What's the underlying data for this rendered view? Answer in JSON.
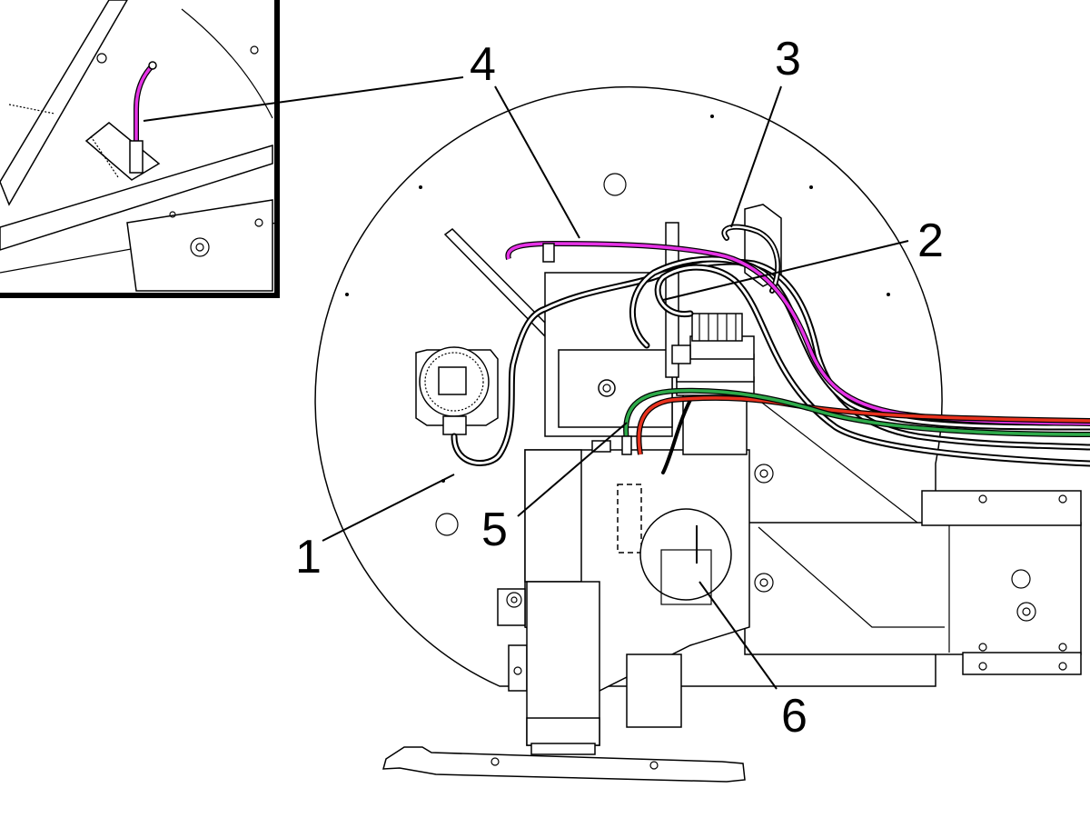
{
  "callouts": {
    "c1": "1",
    "c2": "2",
    "c3": "3",
    "c4": "4",
    "c5": "5",
    "c6": "6"
  },
  "colors": {
    "harness_black": "#000000",
    "hose_magenta": "#e633e6",
    "hose_red": "#e8321e",
    "hose_green": "#2eaa4a",
    "inset_border": "#000000"
  },
  "icons": {
    "controller": "junction-box-icon",
    "pump": "motor-pump-icon"
  }
}
